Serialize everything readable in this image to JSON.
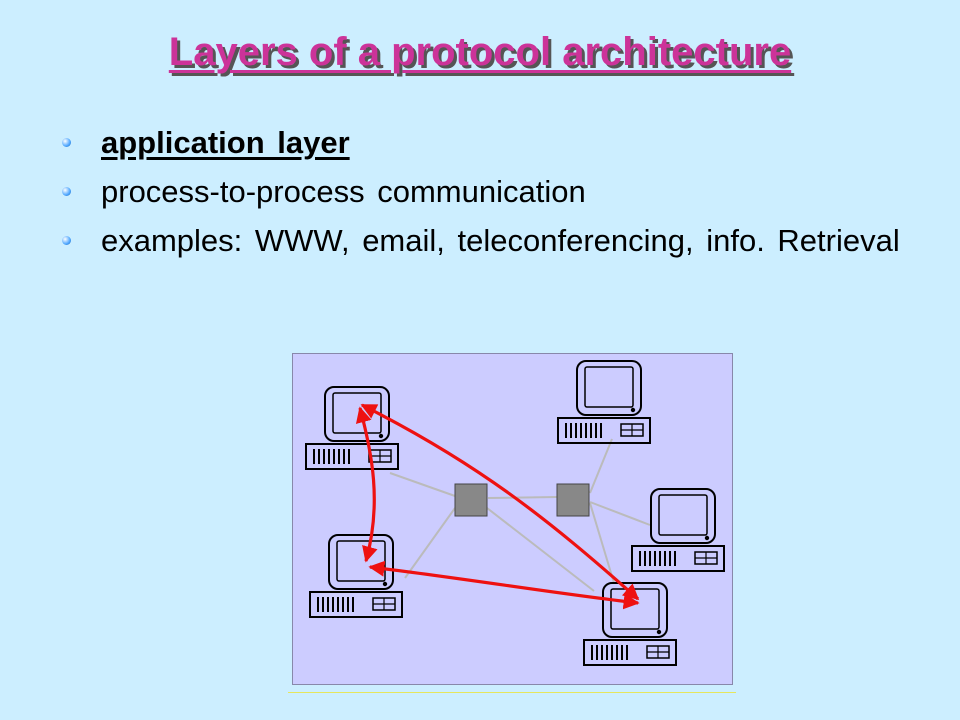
{
  "title": "Layers of a protocol architecture",
  "bullets": [
    {
      "text": "application layer",
      "emphasis": true
    },
    {
      "text": "process-to-process communication",
      "emphasis": false
    },
    {
      "text": "examples: WWW, email, teleconferencing, info. Retrieval",
      "emphasis": false
    }
  ],
  "colors": {
    "background": "#cceeff",
    "title": "#cc3399",
    "diagram_background": "#ccccff",
    "router": "#888888",
    "flow_arrow": "#ee1111",
    "link_line": "#bbbbbb"
  },
  "diagram": {
    "nodes": [
      "host-top-left",
      "host-top-right",
      "host-right",
      "host-bottom-left",
      "host-bottom-right",
      "router-left",
      "router-right"
    ],
    "links": [
      [
        "host-top-left",
        "router-left"
      ],
      [
        "host-bottom-left",
        "router-left"
      ],
      [
        "router-left",
        "router-right"
      ],
      [
        "host-top-right",
        "router-right"
      ],
      [
        "host-right",
        "router-right"
      ],
      [
        "host-bottom-right",
        "router-right"
      ],
      [
        "host-bottom-right",
        "router-left"
      ]
    ],
    "flows": [
      [
        "host-top-left",
        "host-bottom-left"
      ],
      [
        "host-top-left",
        "host-bottom-right"
      ],
      [
        "host-bottom-left",
        "host-bottom-right"
      ]
    ]
  }
}
